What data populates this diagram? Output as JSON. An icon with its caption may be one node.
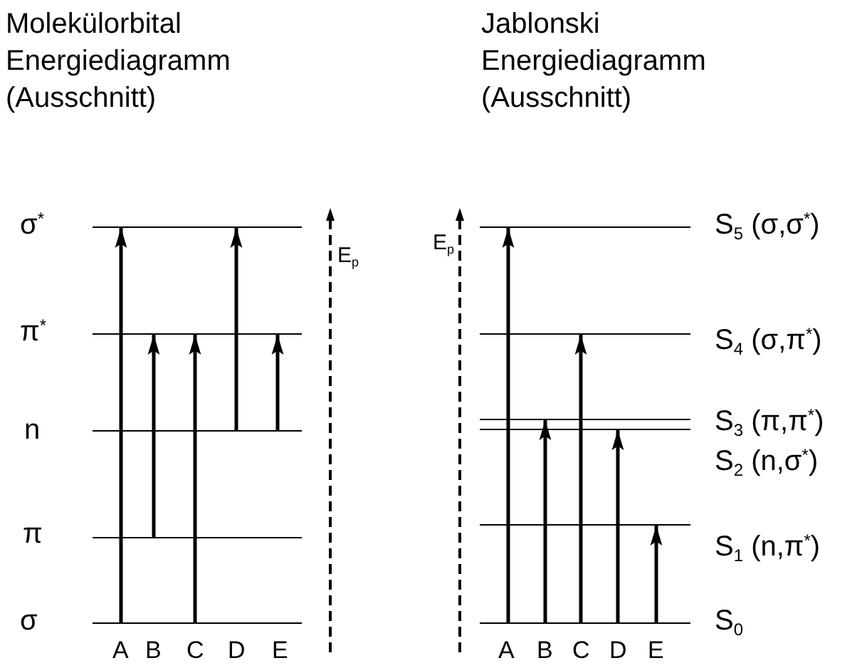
{
  "diagram": {
    "nodes": [
      {
        "text": [],
        "shape": "bar",
        "beside": [
          "σ$^{*}$"
        ]
      },
      {
        "text": [],
        "shape": "bar",
        "beside": [
          "π$^{*}$"
        ]
      },
      {
        "text": [],
        "shape": "bar",
        "beside": [
          "n"
        ]
      },
      {
        "text": [],
        "shape": "bar",
        "beside": [
          "π"
        ]
      },
      {
        "text": [],
        "shape": "bar",
        "beside": [
          "σ"
        ]
      },
      {
        "text": [],
        "shape": "bar",
        "beside": [
          "S$_{5}$ (σ,σ$^{*}$)"
        ]
      },
      {
        "text": [],
        "shape": "bar",
        "beside": [
          "S$_{4}$ (σ,π$^{*}$)"
        ]
      },
      {
        "text": [],
        "shape": "bar",
        "beside": [
          "S$_{3}$ (π,π$^{*}$)"
        ]
      },
      {
        "text": [],
        "shape": "bar",
        "beside": [
          "S$_{2}$ (n,σ$^{*}$)"
        ]
      },
      {
        "text": [],
        "shape": "bar",
        "beside": [
          "S$_{1}$ (n,π$^{*}$)"
        ]
      },
      {
        "text": [],
        "shape": "bar",
        "beside": [
          "S$_{0}$"
        ]
      }
    ],
    "edges": [
      {
        "from": 4,
        "to": 0,
        "arrow": "to"
      },
      {
        "from": 3,
        "to": 1,
        "arrow": "to"
      },
      {
        "from": 4,
        "to": 1,
        "arrow": "to"
      },
      {
        "from": 2,
        "to": 0,
        "arrow": "to"
      },
      {
        "from": 2,
        "to": 1,
        "arrow": "to"
      },
      {
        "from": 10,
        "to": 5,
        "arrow": "to"
      },
      {
        "from": 10,
        "to": 7,
        "arrow": "to"
      },
      {
        "from": 10,
        "to": 6,
        "arrow": "to"
      },
      {
        "from": 10,
        "to": 8,
        "arrow": "to"
      },
      {
        "from": 10,
        "to": 9,
        "arrow": "to"
      }
    ],
    "labels": [
      "Molekülorbital Energiediagramm (Ausschnitt)",
      "Jablonski Energiediagramm (Ausschnitt)",
      "E$_{p}$",
      "E$_{p}$",
      "A",
      "B",
      "C",
      "D",
      "E",
      "A",
      "B",
      "C",
      "D",
      "E"
    ]
  }
}
